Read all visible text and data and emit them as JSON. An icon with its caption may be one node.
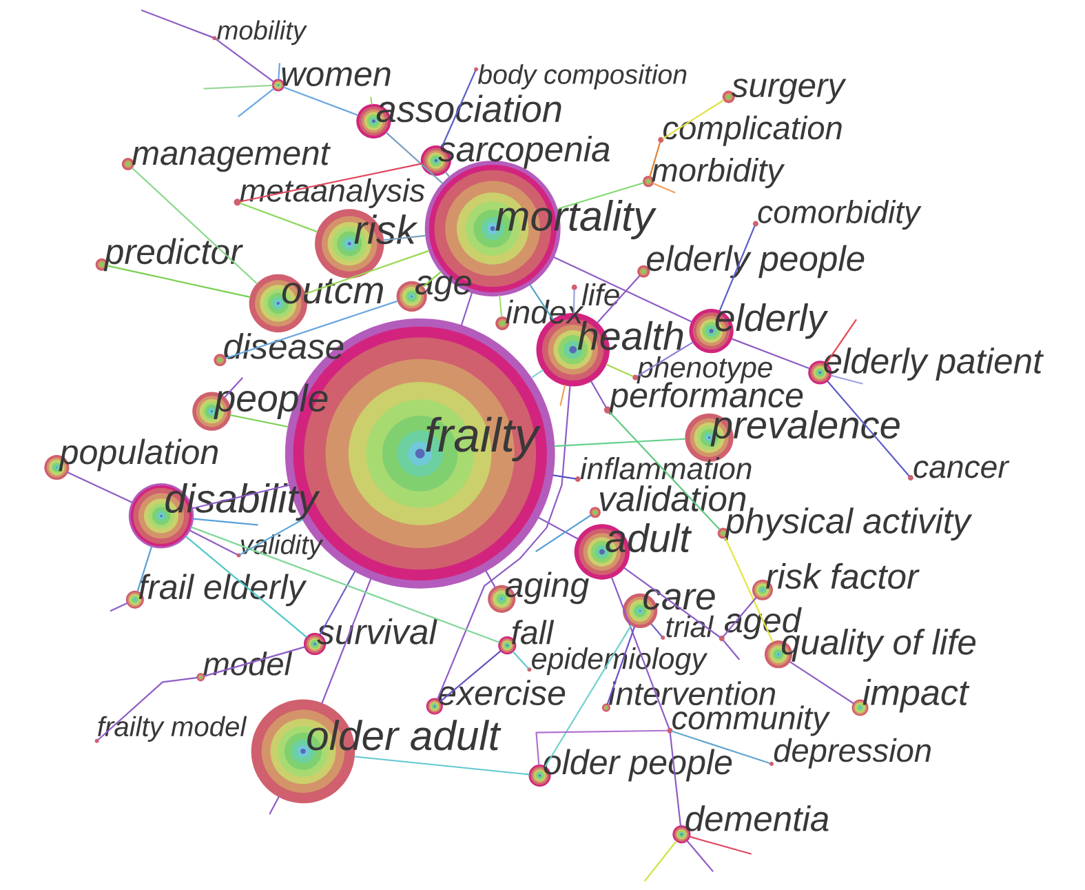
{
  "diagram": {
    "nodes": [
      {
        "text": [
          "mobility"
        ]
      },
      {
        "text": [
          "women"
        ]
      },
      {
        "text": [
          "body composition"
        ]
      },
      {
        "text": [
          "association"
        ]
      },
      {
        "text": [
          "surgery"
        ]
      },
      {
        "text": [
          "management"
        ]
      },
      {
        "text": [
          "sarcopenia"
        ]
      },
      {
        "text": [
          "complication"
        ]
      },
      {
        "text": [
          "morbidity"
        ]
      },
      {
        "text": [
          "metaanalysis"
        ]
      },
      {
        "text": [
          "mortality"
        ]
      },
      {
        "text": [
          "comorbidity"
        ]
      },
      {
        "text": [
          "risk"
        ]
      },
      {
        "text": [
          "predictor"
        ]
      },
      {
        "text": [
          "elderly people"
        ]
      },
      {
        "text": [
          "life"
        ]
      },
      {
        "text": [
          "outcm"
        ]
      },
      {
        "text": [
          "age"
        ]
      },
      {
        "text": [
          "index"
        ]
      },
      {
        "text": [
          "elderly"
        ]
      },
      {
        "text": [
          "health"
        ]
      },
      {
        "text": [
          "disease"
        ]
      },
      {
        "text": [
          "phenotype"
        ]
      },
      {
        "text": [
          "elderly patient"
        ]
      },
      {
        "text": [
          "performance"
        ]
      },
      {
        "text": [
          "people"
        ]
      },
      {
        "text": [
          "frailty"
        ]
      },
      {
        "text": [
          "prevalence"
        ]
      },
      {
        "text": [
          "population"
        ]
      },
      {
        "text": [
          "inflammation"
        ]
      },
      {
        "text": [
          "cancer"
        ]
      },
      {
        "text": [
          "disability"
        ]
      },
      {
        "text": [
          "validation"
        ]
      },
      {
        "text": [
          "physical activity"
        ]
      },
      {
        "text": [
          "validity"
        ]
      },
      {
        "text": [
          "adult"
        ]
      },
      {
        "text": [
          "risk factor"
        ]
      },
      {
        "text": [
          "frail elderly"
        ]
      },
      {
        "text": [
          "aging"
        ]
      },
      {
        "text": [
          "care"
        ]
      },
      {
        "text": [
          "aged"
        ]
      },
      {
        "text": [
          "trial"
        ]
      },
      {
        "text": [
          "survival"
        ]
      },
      {
        "text": [
          "fall"
        ]
      },
      {
        "text": [
          "quality of life"
        ]
      },
      {
        "text": [
          "epidemiology"
        ]
      },
      {
        "text": [
          "model"
        ]
      },
      {
        "text": [
          "exercise"
        ]
      },
      {
        "text": [
          "intervention"
        ]
      },
      {
        "text": [
          "impact"
        ]
      },
      {
        "text": [
          "community"
        ]
      },
      {
        "text": [
          "frailty model"
        ]
      },
      {
        "text": [
          "older adult"
        ]
      },
      {
        "text": [
          "depression"
        ]
      },
      {
        "text": [
          "older people"
        ]
      },
      {
        "text": [
          "dementia"
        ]
      }
    ],
    "edges": [
      {
        "from": null,
        "to": 0,
        "arrow": "none"
      },
      {
        "from": 0,
        "to": 1,
        "arrow": "none"
      },
      {
        "from": 1,
        "to": null,
        "arrow": "none",
        "color": "#6aa8e0"
      },
      {
        "from": 1,
        "to": null,
        "arrow": "none",
        "color": "#9ad89a"
      },
      {
        "from": 1,
        "to": null,
        "arrow": "none",
        "color": "#6aa8e0"
      },
      {
        "from": 1,
        "to": 3,
        "arrow": "none",
        "color": "#6aa8e0"
      },
      {
        "from": 3,
        "to": null,
        "arrow": "none",
        "color": "#9ad860"
      },
      {
        "from": 3,
        "to": 10,
        "arrow": "none",
        "color": "#7aa0c0"
      },
      {
        "from": 5,
        "to": 16,
        "arrow": "none",
        "color": "#8ad88a"
      },
      {
        "from": 9,
        "to": 12,
        "arrow": "none",
        "color": "#8cd85c"
      },
      {
        "from": 13,
        "to": 16,
        "arrow": "none",
        "color": "#78d050"
      },
      {
        "from": 12,
        "to": 10,
        "arrow": "none",
        "color": "#7aa0c0"
      },
      {
        "from": 16,
        "to": 10,
        "arrow": "none",
        "color": "#9ad850"
      },
      {
        "from": 17,
        "to": 10,
        "arrow": "none",
        "color": "#8cd850"
      },
      {
        "from": 17,
        "to": 21,
        "arrow": "none",
        "color": "#6aa8e0"
      },
      {
        "from": 25,
        "to": null,
        "arrow": "none"
      },
      {
        "from": 25,
        "to": 26,
        "arrow": "none",
        "color": "#78d050"
      },
      {
        "from": 6,
        "to": 10,
        "arrow": "none",
        "color": "#7aa0c0"
      },
      {
        "from": 6,
        "to": 2,
        "arrow": "none",
        "color": "#5a60c8"
      },
      {
        "from": 6,
        "to": 9,
        "arrow": "none",
        "color": "#e04860"
      },
      {
        "from": 10,
        "to": 8,
        "arrow": "none",
        "color": "#80d870"
      },
      {
        "from": 8,
        "to": 7,
        "arrow": "none",
        "color": "#e08030"
      },
      {
        "from": 7,
        "to": 4,
        "arrow": "none",
        "color": "#e0e040"
      },
      {
        "from": 8,
        "to": null,
        "arrow": "none",
        "color": "#f0a060"
      },
      {
        "from": 10,
        "to": 19,
        "arrow": "none"
      },
      {
        "from": 15,
        "to": 20,
        "arrow": "none",
        "color": "#9aa0d8"
      },
      {
        "from": 10,
        "to": 20,
        "arrow": "none",
        "color": "#50a0c0"
      },
      {
        "from": 10,
        "to": 18,
        "arrow": "none",
        "color": "#a0e070"
      },
      {
        "from": 10,
        "to": 26,
        "arrow": "none"
      },
      {
        "from": 20,
        "to": 14,
        "arrow": "none"
      },
      {
        "from": 20,
        "to": 22,
        "arrow": "none",
        "color": "#a8d850"
      },
      {
        "from": 20,
        "to": 24,
        "arrow": "none"
      },
      {
        "from": 20,
        "to": 26,
        "arrow": "none",
        "color": "#80d0d8"
      },
      {
        "from": 20,
        "to": null,
        "arrow": "none",
        "color": "#f0a050"
      },
      {
        "from": 20,
        "to": 47,
        "arrow": "none"
      },
      {
        "from": 24,
        "to": 33,
        "arrow": "none",
        "color": "#60c880"
      },
      {
        "from": 33,
        "to": 44,
        "arrow": "none",
        "color": "#e6e640"
      },
      {
        "from": 19,
        "to": 11,
        "arrow": "none",
        "color": "#5a5ac8"
      },
      {
        "from": 19,
        "to": 23,
        "arrow": "none"
      },
      {
        "from": 19,
        "to": 22,
        "arrow": "none",
        "color": "#8a80d8"
      },
      {
        "from": 23,
        "to": null,
        "arrow": "none",
        "color": "#f04050"
      },
      {
        "from": 23,
        "to": null,
        "arrow": "none",
        "color": "#a0a0e0"
      },
      {
        "from": 23,
        "to": 30,
        "arrow": "none",
        "color": "#5a5ac8"
      },
      {
        "from": 26,
        "to": 27,
        "arrow": "none",
        "color": "#60d088"
      },
      {
        "from": 26,
        "to": 29,
        "arrow": "none",
        "color": "#5a50c0"
      },
      {
        "from": 26,
        "to": 35,
        "arrow": "none"
      },
      {
        "from": 26,
        "to": 38,
        "arrow": "none"
      },
      {
        "from": 26,
        "to": 42,
        "arrow": "none",
        "color": "#6a60c8"
      },
      {
        "from": 26,
        "to": 52,
        "arrow": "none"
      },
      {
        "from": 31,
        "to": 26,
        "arrow": "none"
      },
      {
        "from": 31,
        "to": 28,
        "arrow": "none"
      },
      {
        "from": 31,
        "to": 37,
        "arrow": "none",
        "color": "#5aa0d8"
      },
      {
        "from": 37,
        "to": null,
        "arrow": "none"
      },
      {
        "from": 31,
        "to": null,
        "arrow": "none",
        "color": "#5aa0d8"
      },
      {
        "from": 31,
        "to": 34,
        "arrow": "none"
      },
      {
        "from": 31,
        "to": 42,
        "arrow": "none",
        "color": "#50c8c8"
      },
      {
        "from": 31,
        "to": 43,
        "arrow": "none",
        "color": "#80d898"
      },
      {
        "from": 34,
        "to": 26,
        "arrow": "none",
        "color": "#5aa8d8"
      },
      {
        "from": 42,
        "to": 46,
        "arrow": "none"
      },
      {
        "from": 46,
        "to": 51,
        "arrow": "none"
      },
      {
        "from": 52,
        "to": null,
        "arrow": "none"
      },
      {
        "from": 52,
        "to": 54,
        "arrow": "none",
        "color": "#60c8d0"
      },
      {
        "from": 32,
        "to": null,
        "arrow": "none",
        "color": "#5aa0d8"
      },
      {
        "from": 35,
        "to": 40,
        "arrow": "none"
      },
      {
        "from": 40,
        "to": null,
        "arrow": "none"
      },
      {
        "from": 40,
        "to": 36,
        "arrow": "none"
      },
      {
        "from": 35,
        "to": 50,
        "arrow": "none"
      },
      {
        "from": 50,
        "to": 55,
        "arrow": "none"
      },
      {
        "from": 39,
        "to": 41,
        "arrow": "none",
        "color": "#6a60c8"
      },
      {
        "from": 39,
        "to": 48,
        "arrow": "none",
        "color": "#7050c8"
      },
      {
        "from": 39,
        "to": 54,
        "arrow": "none",
        "color": "#70d0d0"
      },
      {
        "from": 50,
        "to": 54,
        "arrow": "none",
        "color": "#b070d0"
      },
      {
        "from": 50,
        "to": 53,
        "arrow": "none",
        "color": "#60a8d0"
      },
      {
        "from": 55,
        "to": null,
        "arrow": "none",
        "color": "#e04860"
      },
      {
        "from": 55,
        "to": null,
        "arrow": "none"
      },
      {
        "from": 55,
        "to": null,
        "arrow": "none",
        "color": "#d0e040"
      },
      {
        "from": 43,
        "to": 47,
        "arrow": "none",
        "color": "#6a50c0"
      },
      {
        "from": 43,
        "to": 45,
        "arrow": "none",
        "color": "#60c8d0"
      },
      {
        "from": 44,
        "to": 49,
        "arrow": "none"
      }
    ]
  }
}
